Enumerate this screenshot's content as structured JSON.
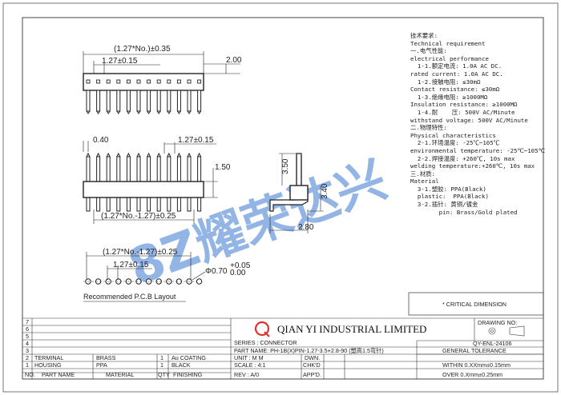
{
  "top_view": {
    "width_label": "(1.27*No.)±0.35",
    "pitch_label": "1.27±0.15",
    "height_label": "2.00"
  },
  "front_view": {
    "pin_label": "0.40",
    "pitch_label": "1.27±0.15",
    "body_label": "1.50",
    "span_label": "(1.27*No.-1.27)±0.25"
  },
  "side_view": {
    "upper_label": "3.50",
    "lower_label": "3.40",
    "tail_label": "2.80"
  },
  "pcb_view": {
    "span_label": "(1.27*No.-1.27)±0.25",
    "pitch_label": "1.27±0.15",
    "hole_label": "Φ0.70",
    "tol_plus": "+0.05",
    "tol_minus": "0.00",
    "caption": "Recommended P.C.B Layout"
  },
  "watermark": "8Z耀荣达兴",
  "tech": [
    "技术要求:",
    "Technical requirement",
    "一.电气性能:",
    "electrical performance",
    "  1-1.额定电流: 1.0A AC DC.",
    "rated current: 1.0A AC DC.",
    "  1-2.接触电阻: ≤30mΩ",
    "Contact resistance: ≤30mΩ",
    "  1-3.绝缘电阻: ≥1000MΩ",
    "Insulation resistance: ≥1000MΩ",
    "  1-4.耐    压: 500V AC/Minute",
    "withstand voltage: 500V AC/Minute",
    "二.物理特性:",
    "Physical characteristics",
    "  2-1.环境温度: -25℃~105℃",
    "environmental temperature: -25℃~105℃",
    "  2-2.焊接温度: +260℃, 10s max",
    "welding temperature:+260℃, 10s max",
    "三.材质:",
    "Material",
    "  3-1.塑胶: PPA(Black)",
    "  plastic:  PPA(Black)",
    "  3-2.插针: 黄铜/镀金",
    "        pin: Brass/Gold plated"
  ],
  "critical": "* CRITICAL DIMENSION",
  "title_block": {
    "company": "QIAN YI INDUSTRIAL LIMITED",
    "drawing_no_label": "DRAWING NO:",
    "drawing_no": "QY-ENL-24106",
    "series": "SERIES : CONNECTOR",
    "part_name": "PART NAME: PH-1B(X)PIN-1.27-3.5+2.8-90 (塑高1.5弯针)",
    "unit": "UNIT : M M",
    "scale": "SCALE : 4:1",
    "rev": "REV : A/0",
    "dwn": "DWN.",
    "chkd": "CHK'D",
    "appd": "APP'D.",
    "general_tol": "GENERAL TOLERANCE",
    "tol1": "WITHIN 0.XXmm±0.15mm",
    "tol2": "OVER  0.Xmm±0.25mm",
    "rows": [
      {
        "no": "7",
        "part": "",
        "material": "",
        "qty": "",
        "finish": ""
      },
      {
        "no": "6",
        "part": "",
        "material": "",
        "qty": "",
        "finish": ""
      },
      {
        "no": "5",
        "part": "",
        "material": "",
        "qty": "",
        "finish": ""
      },
      {
        "no": "4",
        "part": "",
        "material": "",
        "qty": "",
        "finish": ""
      },
      {
        "no": "3",
        "part": "",
        "material": "",
        "qty": "",
        "finish": ""
      },
      {
        "no": "2",
        "part": "TERMINAL",
        "material": "BRASS",
        "qty": "1",
        "finish": "Au COATING"
      },
      {
        "no": "1",
        "part": "HOUSING",
        "material": "PPA",
        "qty": "1",
        "finish": "BLACK"
      }
    ],
    "header": {
      "no": "NO.",
      "part": "PART NAME",
      "material": "MATERIAL",
      "qty": "QTY",
      "finish": "FINISHING"
    }
  }
}
